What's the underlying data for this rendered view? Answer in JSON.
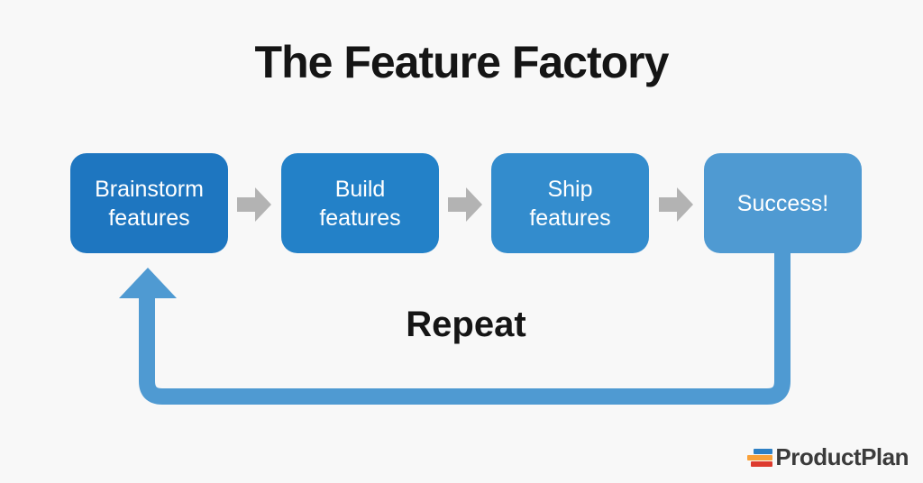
{
  "title": "The Feature Factory",
  "background_color": "#f8f8f8",
  "flow": {
    "boxes": [
      {
        "label": "Brainstorm features",
        "color": "#1e76c0"
      },
      {
        "label": "Build features",
        "color": "#2381c8"
      },
      {
        "label": "Ship features",
        "color": "#338ccd"
      },
      {
        "label": "Success!",
        "color": "#4f9ad2"
      }
    ],
    "connector_color": "#b3b3b3",
    "loop": {
      "label": "Repeat",
      "color": "#4f9ad2"
    }
  },
  "branding": {
    "logo_text": "ProductPlan",
    "logo_bar_colors": [
      "#2e80c4",
      "#f9a13a",
      "#dd3b2e"
    ]
  }
}
